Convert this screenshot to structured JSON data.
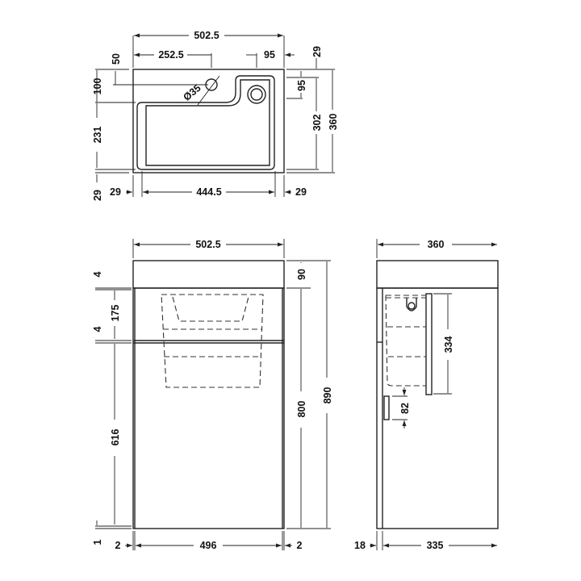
{
  "top_view": {
    "overall_width": "502.5",
    "tap_offset": "252.5",
    "drain_offset_x": "95",
    "tap_offset_y": "50",
    "left_upper": "100",
    "tap_diameter": "Ø35",
    "drain_offset_y": "95",
    "top_rim": "29",
    "inner_depth": "302",
    "overall_depth": "360",
    "basin_depth": "231",
    "bottom_rim": "29",
    "left_rim": "29",
    "inner_width": "444.5",
    "right_rim": "29"
  },
  "front_view": {
    "overall_width": "502.5",
    "gap_top": "4",
    "drawer_height": "175",
    "gap_middle": "4",
    "door_height": "616",
    "gap_bottom": "1",
    "top_thickness": "90",
    "body_height": "800",
    "overall_height": "890",
    "side_left": "2",
    "door_width": "496",
    "side_right": "2"
  },
  "side_view": {
    "overall_depth": "360",
    "basin_height": "334",
    "handle_height": "82",
    "door_thickness": "18",
    "body_depth": "335"
  }
}
